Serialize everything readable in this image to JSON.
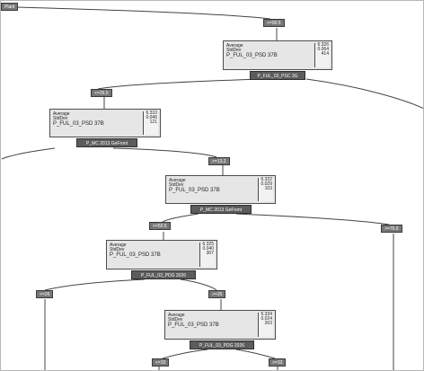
{
  "root": {
    "label": "Plant"
  },
  "edge_labels": {
    "a": ">=90.5",
    "b": "<=26.5",
    "c": ">=13.2",
    "d": "<=50.5",
    "e": ">=76.5",
    "f": "<=26",
    "g": ">=26",
    "h": "<=33",
    "i": ">=33"
  },
  "nodes": {
    "n1": {
      "stat1": "Average",
      "stat2": "StdDev",
      "var": "P_FUL_03_PSD 37B",
      "v1": "6.326",
      "v2": "0.064",
      "v3": "414",
      "split": "P_FUL_03_PSC 3G"
    },
    "n2": {
      "stat1": "Average",
      "stat2": "StdDev",
      "var": "P_FUL_03_PSD 37B",
      "v1": "6.310",
      "v2": "0.046",
      "v3": "121",
      "split": "P_MC 2013 GeFront"
    },
    "n3": {
      "stat1": "Average",
      "stat2": "StdDev",
      "var": "P_FUL_03_PSD 37B",
      "v1": "6.332",
      "v2": "0.029",
      "v3": "103",
      "split": "P_MC 2013 GeFront"
    },
    "n4": {
      "stat1": "Average",
      "stat2": "StdDev",
      "var": "P_FUL_03_PSD 37B",
      "v1": "6.325",
      "v2": "0.040",
      "v3": "307",
      "split": "P_FUL_03_PDG 2026"
    },
    "n5": {
      "stat1": "Average",
      "stat2": "StdDev",
      "var": "P_FUL_03_PSD 37B",
      "v1": "6.334",
      "v2": "0.024",
      "v3": "263",
      "split": "P_FUL_03_PDG 2026"
    }
  },
  "colors": {
    "label_bg": "#777777",
    "split_bg": "#5c5c5c",
    "node_bg": "#e6e6e6",
    "line": "#444444"
  }
}
